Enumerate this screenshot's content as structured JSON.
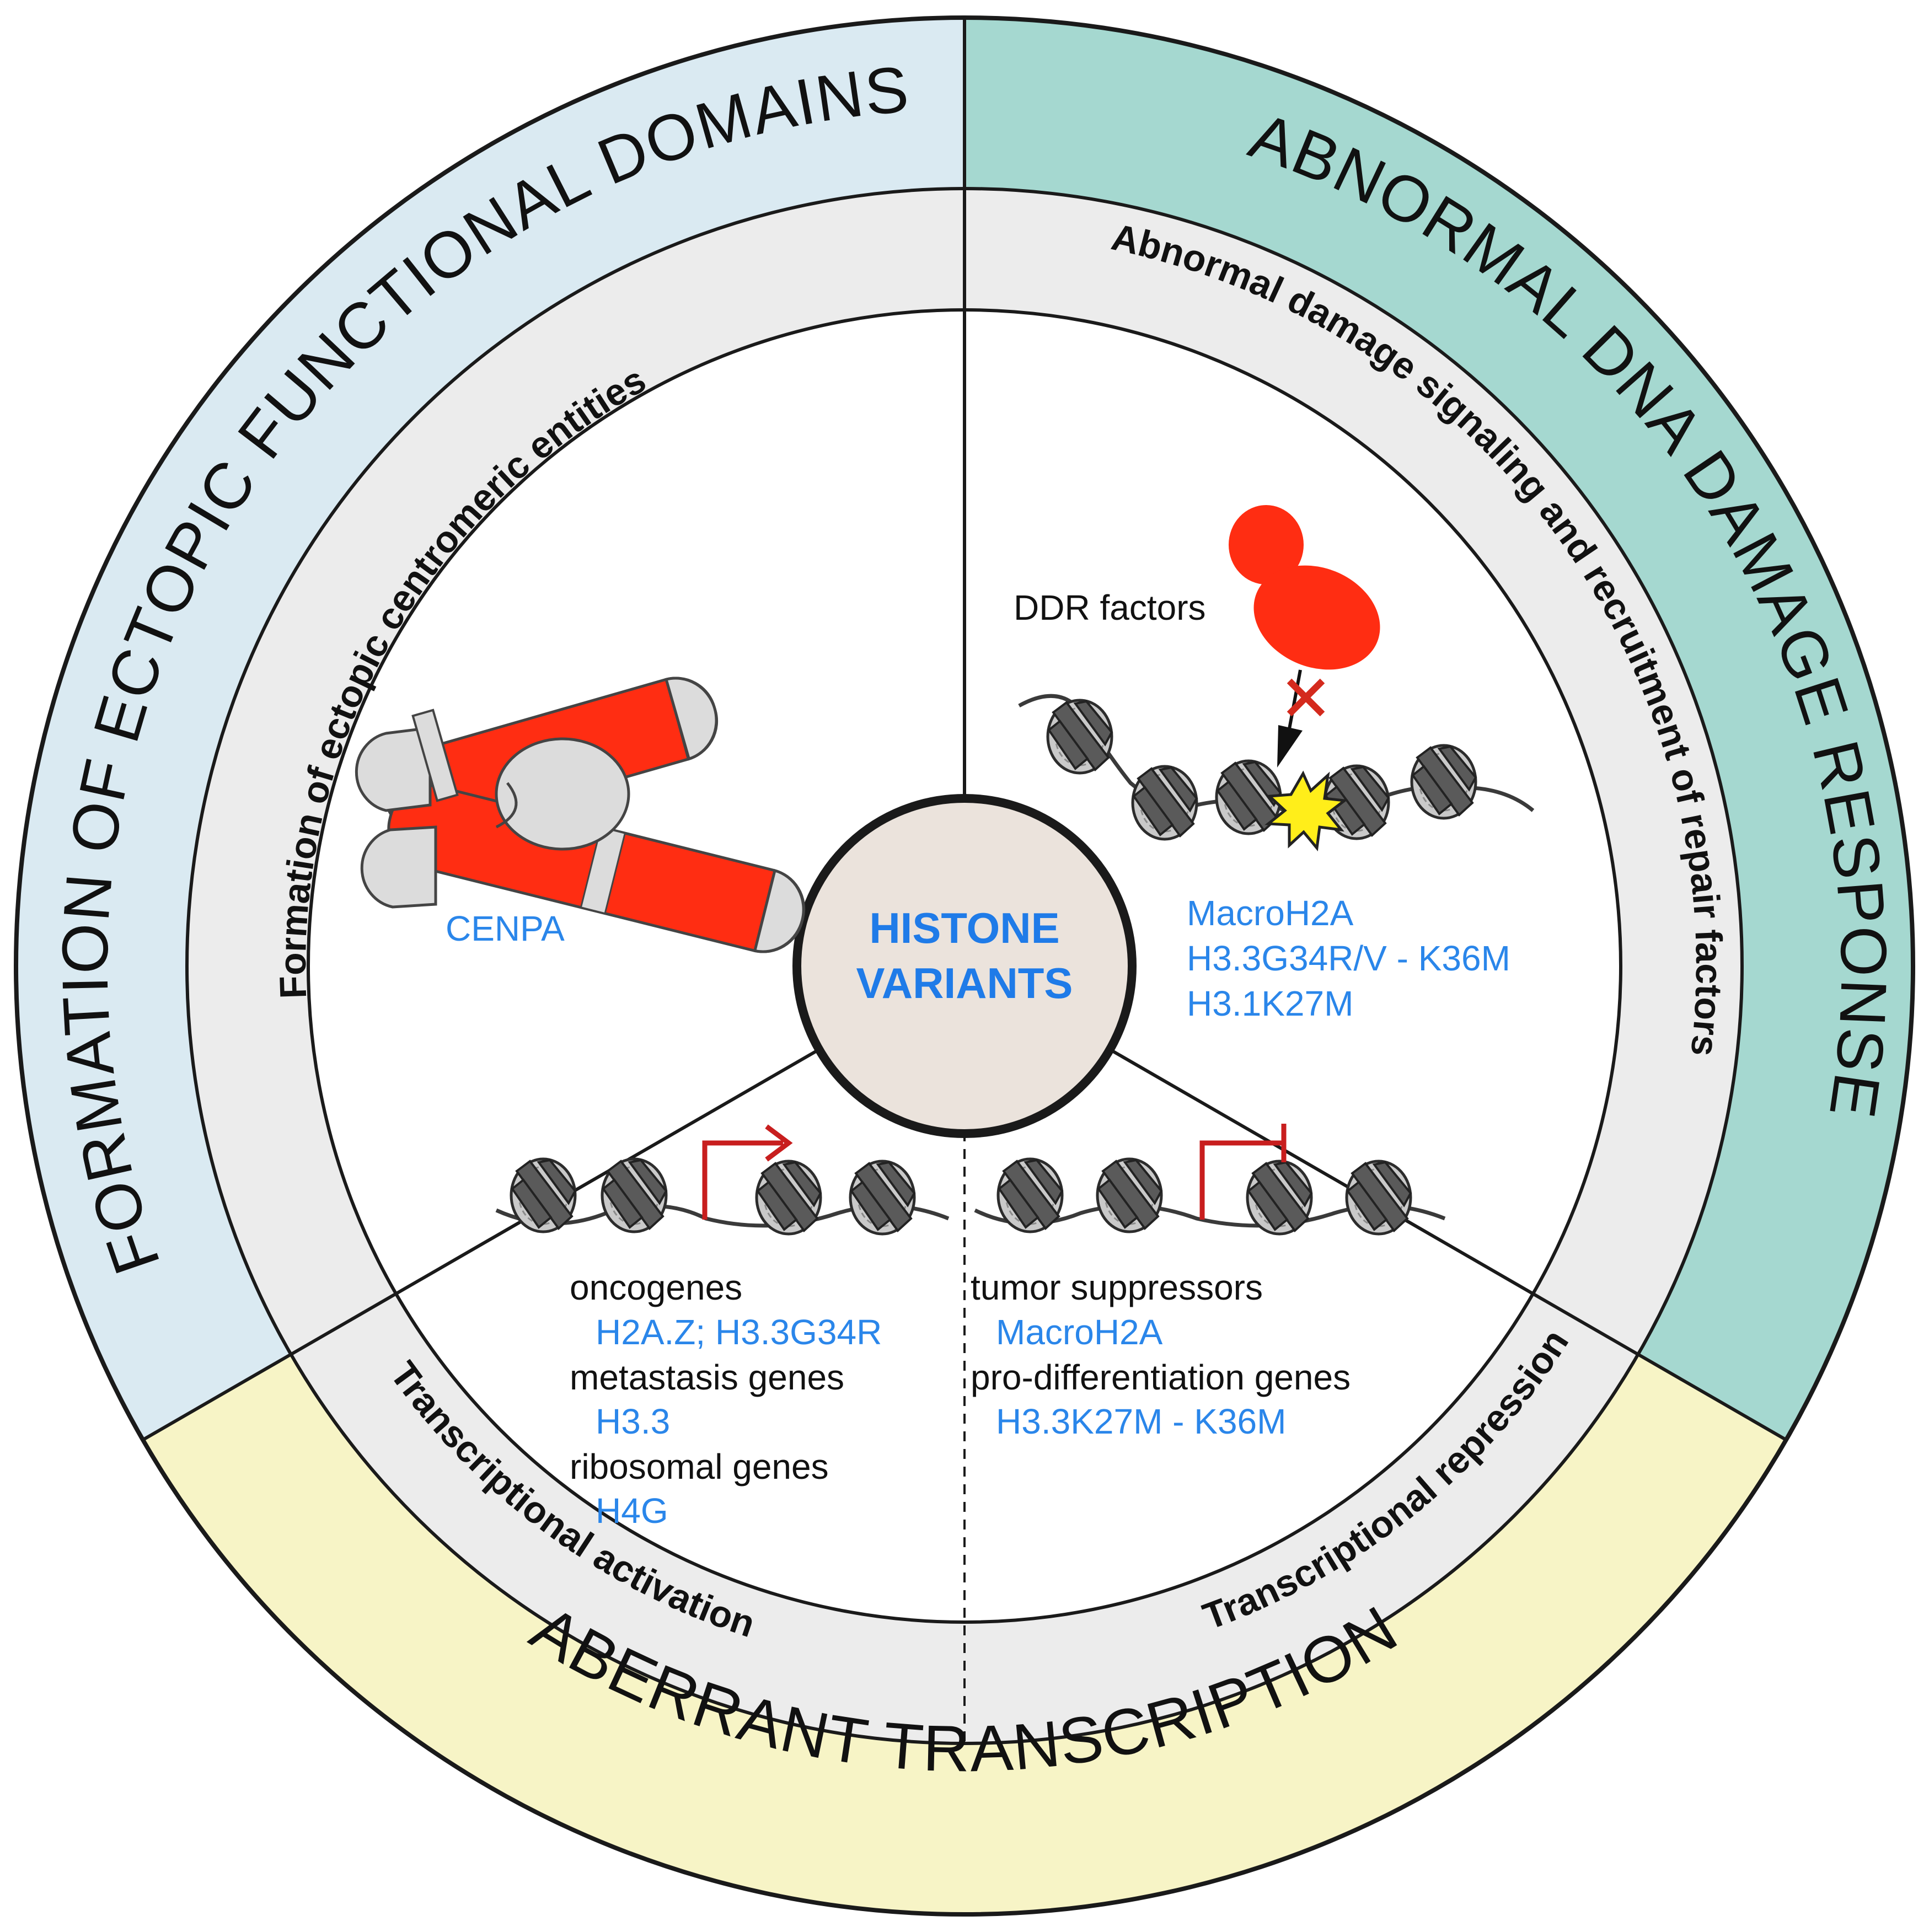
{
  "center": {
    "line1": "HISTONE",
    "line2": "VARIANTS",
    "fill": "#ebe3dc"
  },
  "outer_ring": {
    "top_left": {
      "label": "FORMATION OF ECTOPIC FUNCTIONAL DOMAINS",
      "color": "#daeaf2"
    },
    "top_right": {
      "label": "ABNORMAL DNA DAMAGE RESPONSE",
      "color": "#a5d8d0"
    },
    "bottom": {
      "label": "ABERRANT TRANSCRIPTION",
      "color": "#f7f4c6"
    }
  },
  "inner_ring": {
    "color": "#ececec",
    "left": "Formation of ectopic centromeric entities",
    "right": "Abnormal damage signaling and recruitment of repair factors",
    "bottom_left": "Transcriptional activation",
    "bottom_right": "Transcriptional repression"
  },
  "sectors": {
    "centromere": {
      "variant": "CENPA",
      "chromosome_color": "#ff2d12",
      "centromere_color": "#dcdcdc"
    },
    "ddr": {
      "factors_label": "DDR factors",
      "variants": [
        "MacroH2A",
        "H3.3G34R/V - K36M",
        "H3.1K27M"
      ],
      "factor_color": "#ff2d12",
      "damage_color": "#ffee1a",
      "block_color": "#d42a1d"
    },
    "activation": {
      "arrow_color": "#c81e1e",
      "items": [
        {
          "genes": "oncogenes",
          "variants": "H2A.Z; H3.3G34R"
        },
        {
          "genes": "metastasis genes",
          "variants": "H3.3"
        },
        {
          "genes": "ribosomal genes",
          "variants": "H4G"
        }
      ]
    },
    "repression": {
      "arrow_color": "#c81e1e",
      "items": [
        {
          "genes": "tumor suppressors",
          "variants": "MacroH2A"
        },
        {
          "genes": "pro-differentiation genes",
          "variants": "H3.3K27M - K36M"
        }
      ]
    }
  }
}
